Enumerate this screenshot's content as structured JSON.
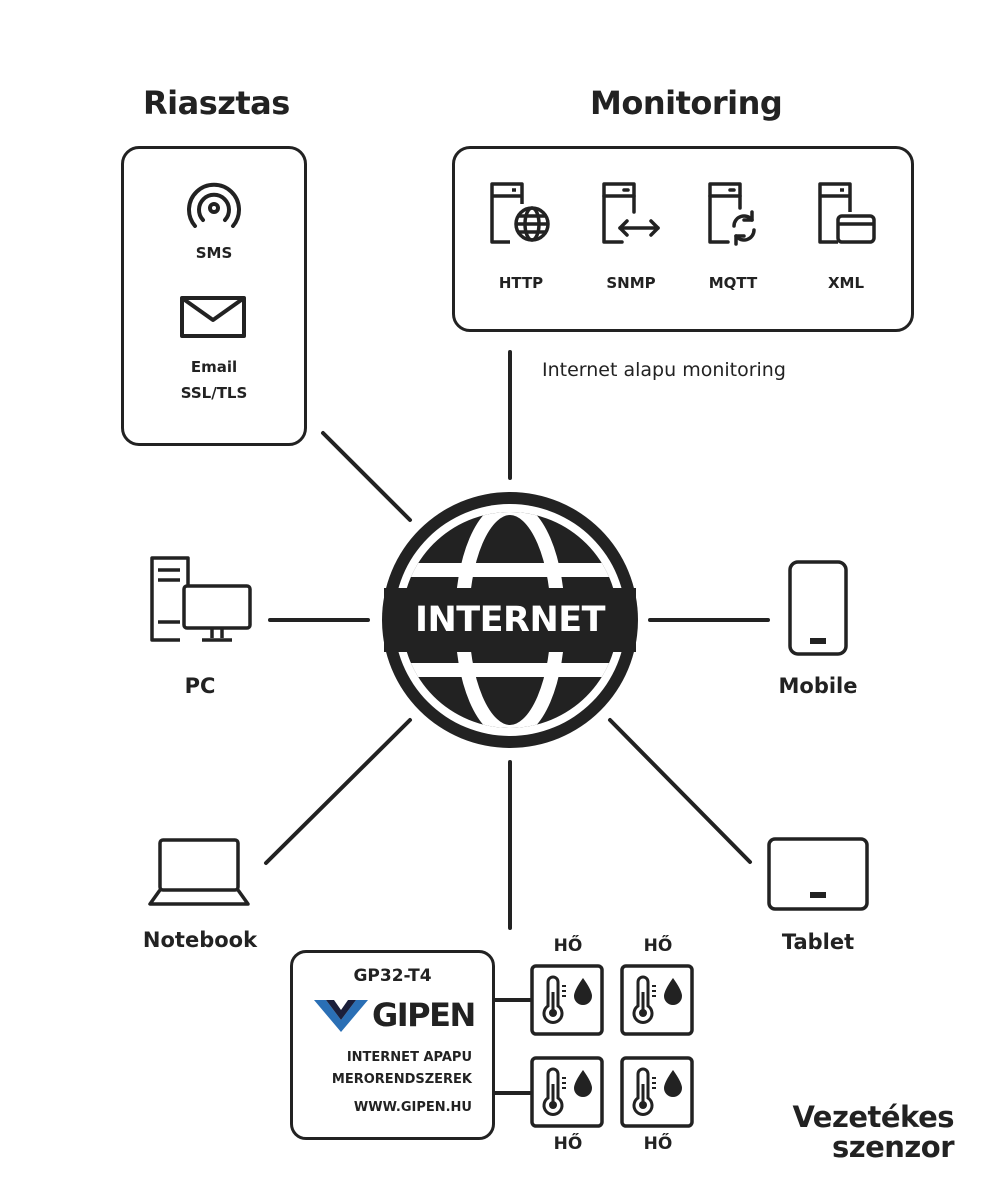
{
  "alerting": {
    "title": "Riasztas",
    "sms_label": "SMS",
    "email_label": "Email",
    "email_sub": "SSL/TLS"
  },
  "monitoring": {
    "title": "Monitoring",
    "protocols": [
      "HTTP",
      "SNMP",
      "MQTT",
      "XML"
    ],
    "caption": "Internet alapu monitoring"
  },
  "internet_label": "INTERNET",
  "devices": {
    "pc": "PC",
    "mobile": "Mobile",
    "notebook": "Notebook",
    "tablet": "Tablet"
  },
  "gipen": {
    "model": "GP32-T4",
    "brand": "GIPEN",
    "line1": "INTERNET APAPU",
    "line2": "MERORENDSZEREK",
    "url": "WWW.GIPEN.HU"
  },
  "sensors": [
    "HŐ",
    "HŐ",
    "HŐ",
    "HŐ"
  ],
  "wired": {
    "line1": "Vezetékes",
    "line2": "szenzor"
  },
  "colors": {
    "ink": "#222222",
    "logo_blue": "#2a6fb5",
    "logo_dark": "#1b1f3a"
  }
}
